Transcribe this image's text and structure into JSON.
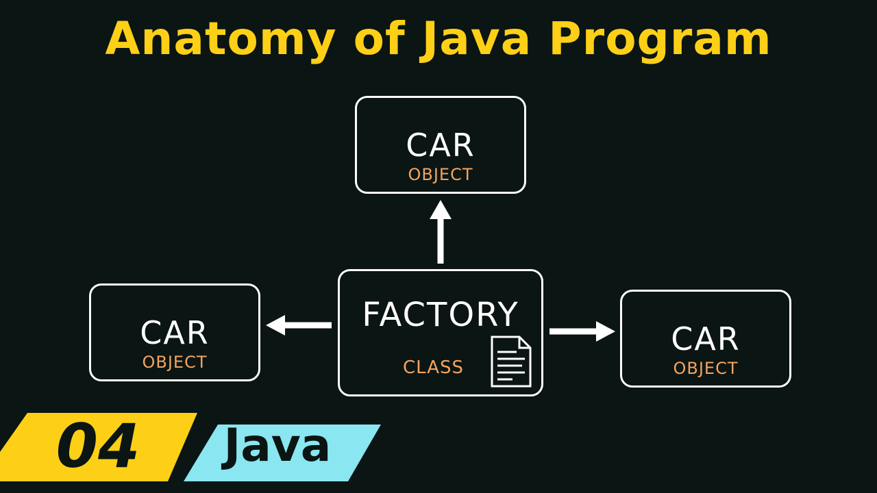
{
  "title": "Anatomy of Java Program",
  "colors": {
    "title": "#fdd017",
    "sub_label": "#f4a460",
    "badge_number": "#fdd017",
    "badge_lang": "#8ae6f0",
    "background": "#0b1513"
  },
  "nodes": {
    "top": {
      "main": "CAR",
      "sub": "OBJECT"
    },
    "left": {
      "main": "CAR",
      "sub": "OBJECT"
    },
    "right": {
      "main": "CAR",
      "sub": "OBJECT"
    },
    "center": {
      "main": "FACTORY",
      "sub": "CLASS",
      "icon": "document-icon"
    }
  },
  "badge": {
    "number": "04",
    "language": "Java"
  }
}
